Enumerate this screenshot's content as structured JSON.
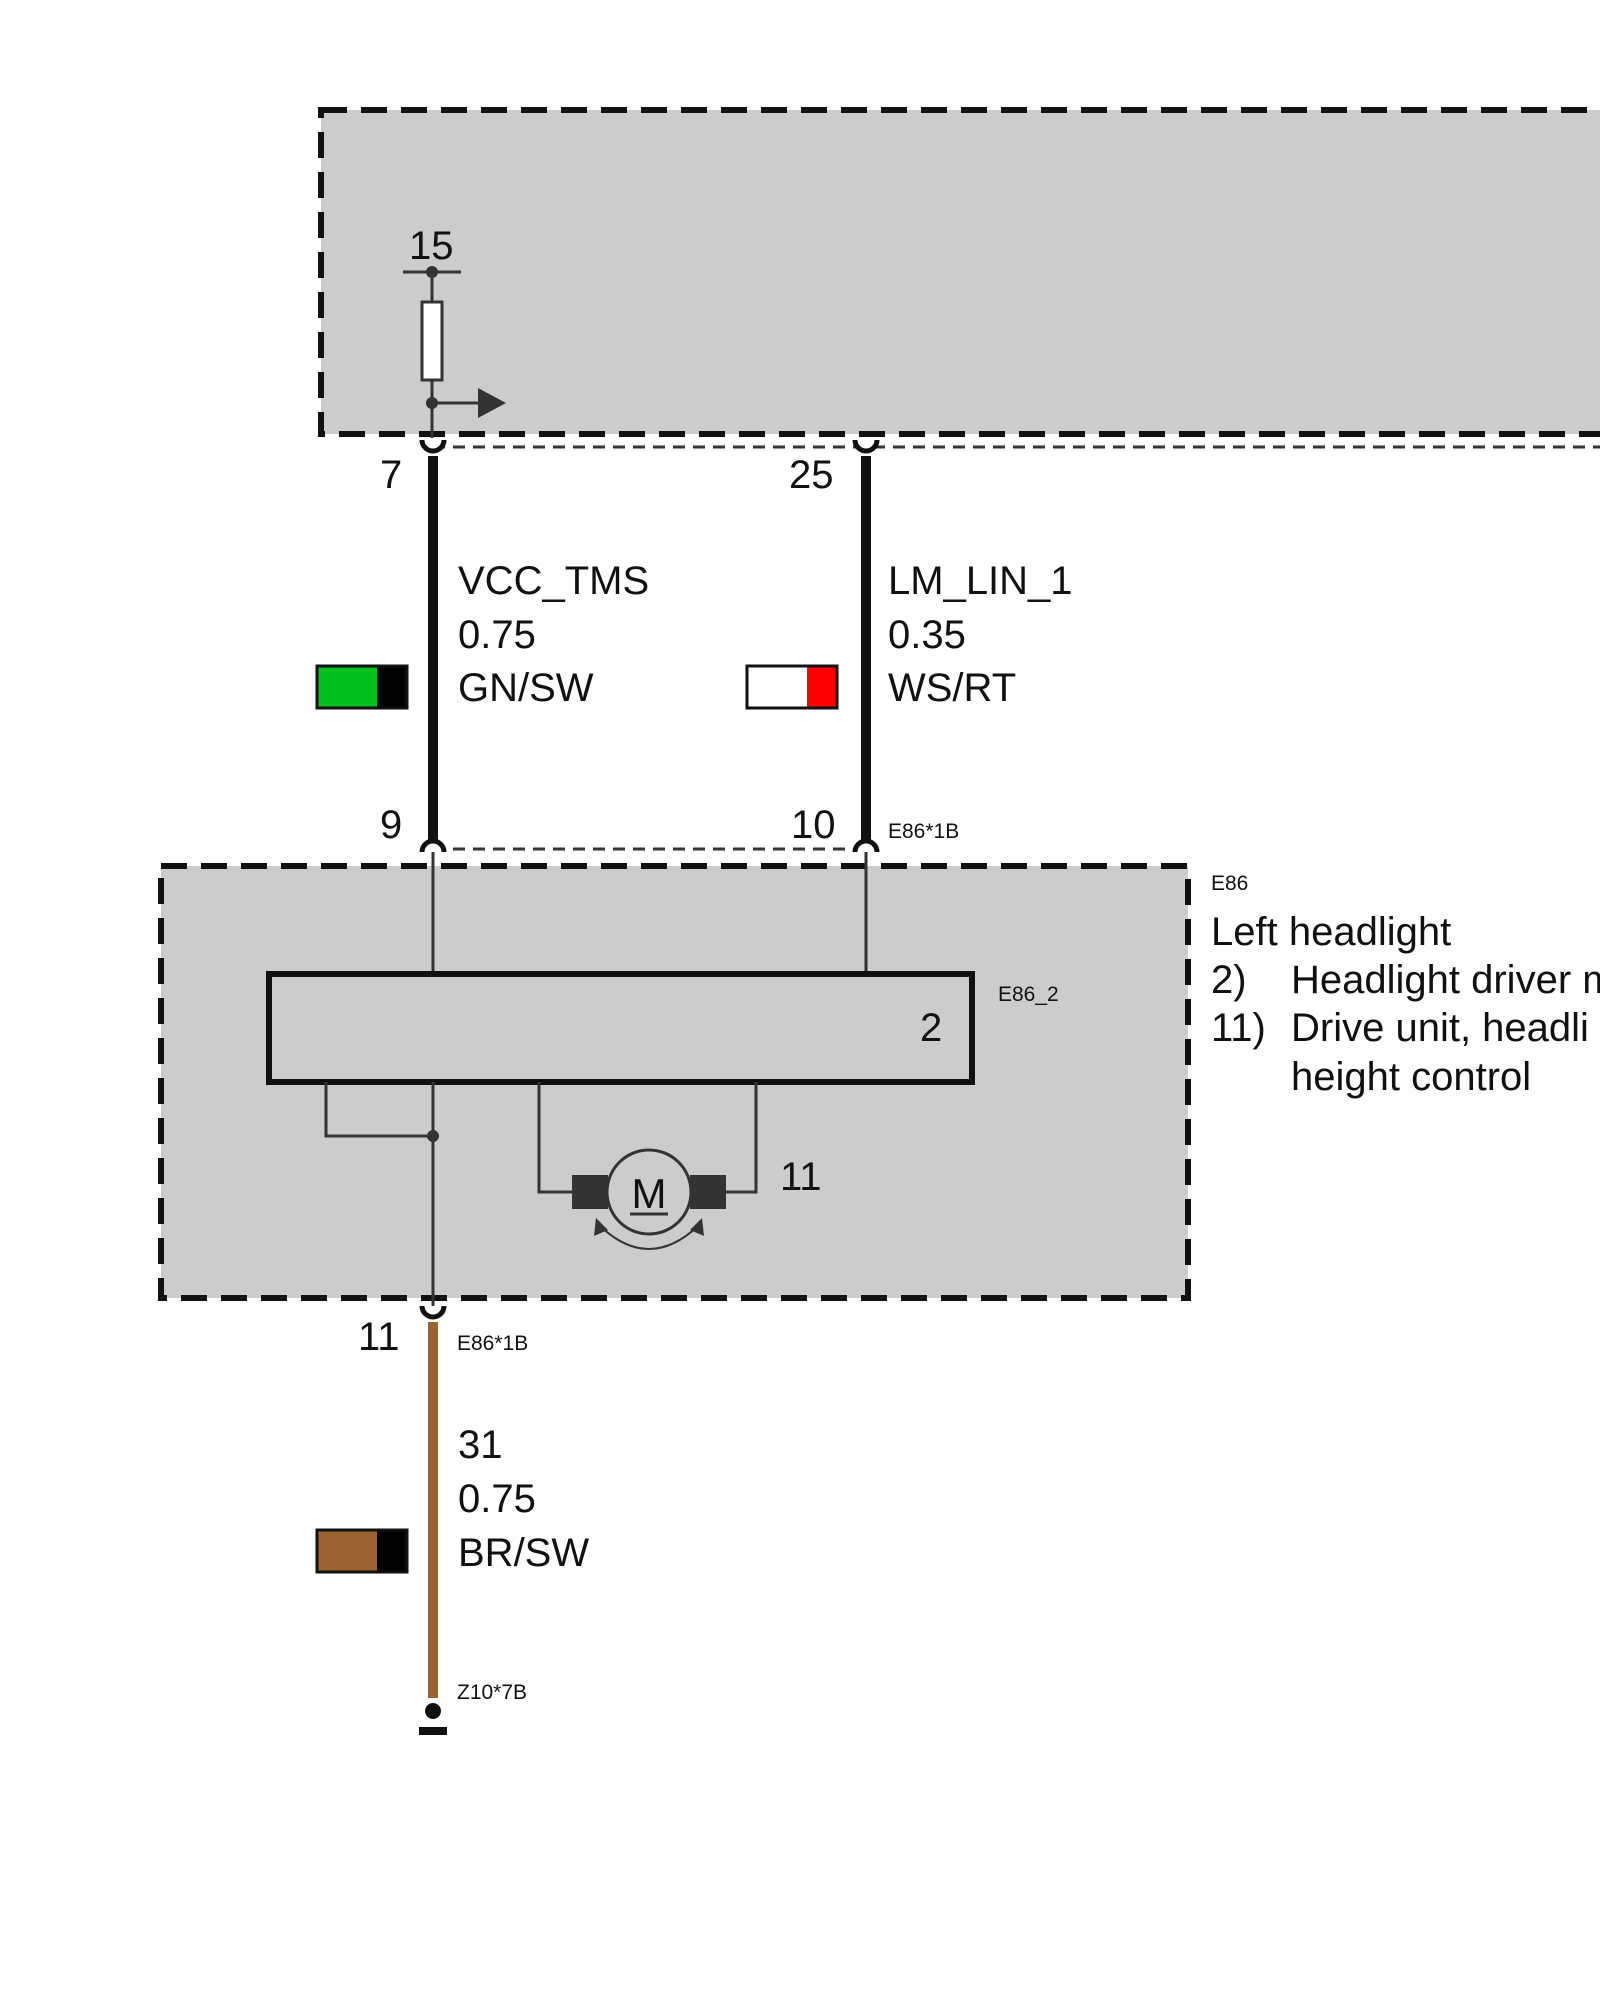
{
  "control_unit": {
    "supply_pin_label": "15"
  },
  "wires": [
    {
      "from_pin": "7",
      "to_pin": "9",
      "signal": "VCC_TMS",
      "cross_section": "0.75",
      "color_code": "GN/SW",
      "color_main": "#00c01a",
      "color_stripe": "#000000",
      "wire_color": "#111111"
    },
    {
      "from_pin": "25",
      "to_pin": "10",
      "signal": "LM_LIN_1",
      "cross_section": "0.35",
      "color_code": "WS/RT",
      "color_main": "#ffffff",
      "color_stripe": "#ff0000",
      "wire_color": "#111111"
    },
    {
      "from_pin": "11",
      "signal": "31",
      "cross_section": "0.75",
      "color_code": "BR/SW",
      "color_main": "#9b6330",
      "color_stripe": "#000000",
      "wire_color": "#9b6330"
    }
  ],
  "connectors": {
    "top": "E86*1B",
    "bottom": "E86*1B",
    "ground": "Z10*7B"
  },
  "headlight": {
    "component_code": "E86",
    "driver_module_code": "E86_2",
    "driver_module_number": "2",
    "motor_number": "11",
    "motor_icon": "motor-icon"
  },
  "legend": {
    "title": "Left headlight",
    "items": [
      {
        "num": "2)",
        "lines": [
          "Headlight driver m"
        ]
      },
      {
        "num": "11)",
        "lines": [
          "Drive unit, headli",
          "height control"
        ]
      }
    ]
  },
  "colors": {
    "box_fill": "#cccccc",
    "box_border": "#111111",
    "line": "#333333"
  }
}
